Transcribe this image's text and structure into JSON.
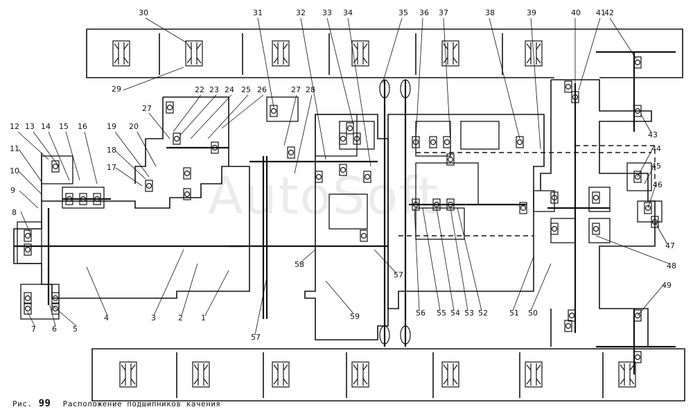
{
  "caption": {
    "prefix": "Рис.",
    "number": "99",
    "title": "Расположение подшипников качения"
  },
  "watermark": "AutoSoft",
  "callouts": [
    "1",
    "2",
    "3",
    "4",
    "5",
    "6",
    "7",
    "8",
    "9",
    "10",
    "11",
    "12",
    "13",
    "14",
    "15",
    "16",
    "17",
    "18",
    "19",
    "20",
    "22",
    "23",
    "24",
    "25",
    "26",
    "27",
    "27",
    "28",
    "29",
    "30",
    "31",
    "32",
    "33",
    "34",
    "35",
    "36",
    "37",
    "38",
    "39",
    "40",
    "41",
    "42",
    "43",
    "44",
    "45",
    "46",
    "47",
    "48",
    "49",
    "50",
    "51",
    "52",
    "53",
    "54",
    "55",
    "56",
    "57",
    "57",
    "58",
    "59"
  ]
}
